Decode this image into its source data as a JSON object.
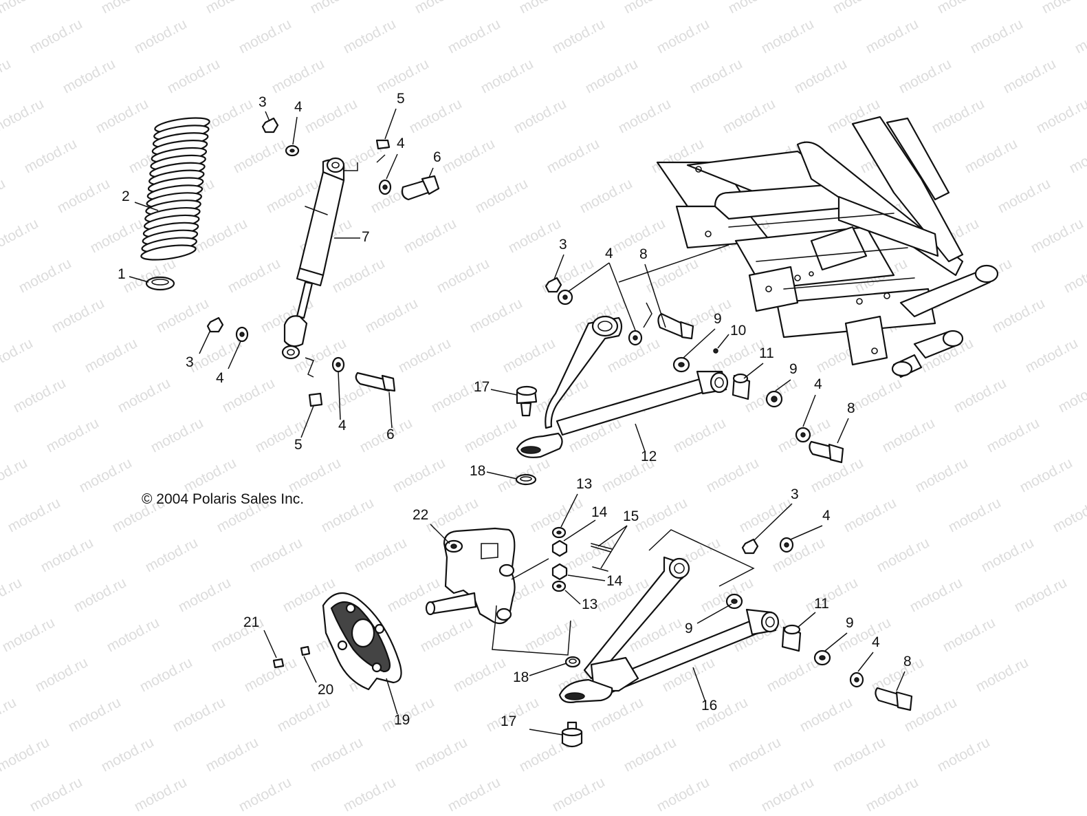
{
  "watermark_text": "motod.ru",
  "copyright": "© 2004 Polaris Sales Inc.",
  "callouts": [
    "1",
    "2",
    "3",
    "3",
    "3",
    "3",
    "4",
    "4",
    "4",
    "4",
    "4",
    "4",
    "4",
    "4",
    "5",
    "5",
    "6",
    "6",
    "7",
    "8",
    "8",
    "8",
    "9",
    "9",
    "9",
    "9",
    "10",
    "11",
    "11",
    "12",
    "13",
    "13",
    "14",
    "14",
    "15",
    "16",
    "17",
    "17",
    "18",
    "18",
    "19",
    "20",
    "21",
    "22"
  ],
  "colors": {
    "line": "#111111",
    "watermark": "#dcdcdc",
    "background": "#ffffff"
  }
}
